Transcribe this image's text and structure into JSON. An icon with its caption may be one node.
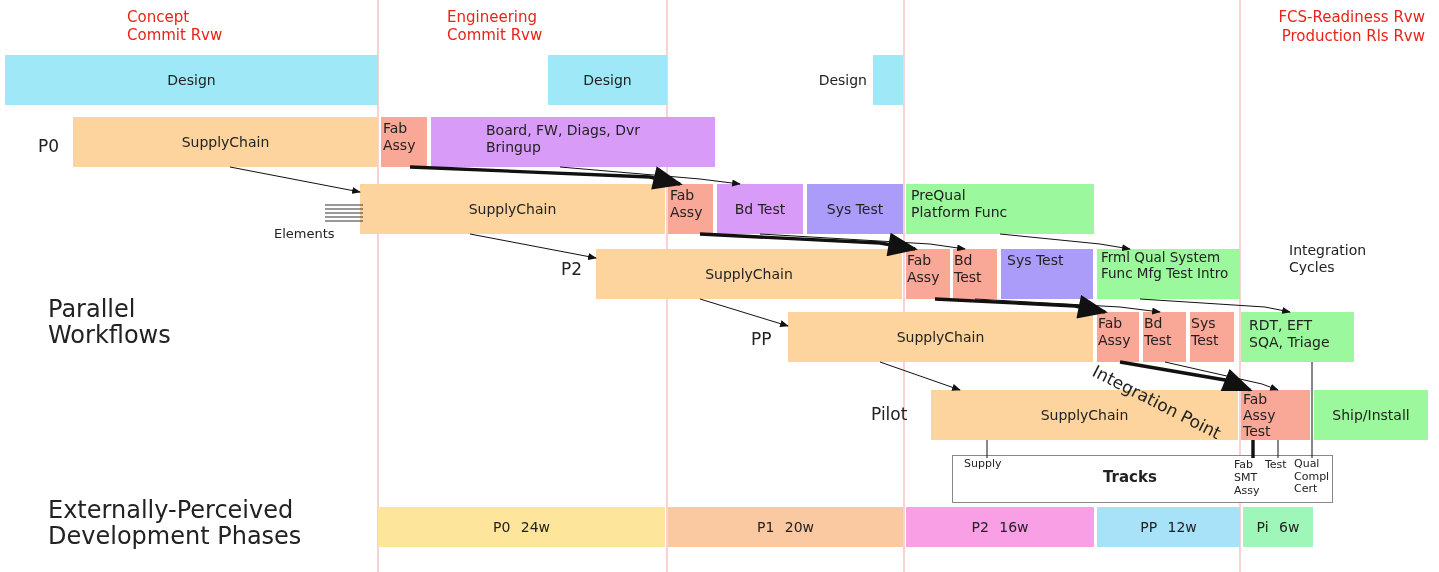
{
  "diagram": {
    "nodes": [
      {
        "text": [
          "Design"
        ]
      },
      {
        "text": [
          "Design"
        ]
      },
      {
        "text": [
          "Design"
        ]
      },
      {
        "text": [
          "SupplyChain"
        ]
      },
      {
        "text": [
          "Fab Assy"
        ]
      },
      {
        "text": [
          "Board, FW, Diags, Dvr Bringup"
        ]
      },
      {
        "text": [
          "SupplyChain"
        ]
      },
      {
        "text": [
          "Fab Assy"
        ]
      },
      {
        "text": [
          "Bd Test"
        ]
      },
      {
        "text": [
          "Sys Test"
        ]
      },
      {
        "text": [
          "PreQual Platform Func"
        ]
      },
      {
        "text": [
          "SupplyChain"
        ]
      },
      {
        "text": [
          "Fab Assy"
        ]
      },
      {
        "text": [
          "Bd Test"
        ]
      },
      {
        "text": [
          "Sys Test"
        ]
      },
      {
        "text": [
          "Frml Qual System Func Mfg Test Intro"
        ]
      },
      {
        "text": [
          "SupplyChain"
        ]
      },
      {
        "text": [
          "Fab Assy"
        ]
      },
      {
        "text": [
          "Bd Test"
        ]
      },
      {
        "text": [
          "Sys Test"
        ]
      },
      {
        "text": [
          "RDT, EFT SQA, Triage"
        ]
      },
      {
        "text": [
          "SupplyChain"
        ]
      },
      {
        "text": [
          "Fab Assy Test"
        ]
      },
      {
        "text": [
          "Ship/Install"
        ]
      },
      {
        "text": [
          "Tracks"
        ]
      },
      {
        "text": [
          "Supply"
        ],
        "in": 24
      },
      {
        "text": [
          "Fab SMT Assy"
        ],
        "in": 24
      },
      {
        "text": [
          "Test"
        ],
        "in": 24
      },
      {
        "text": [
          "Qual Compl Cert"
        ],
        "in": 24
      },
      {
        "text": [
          "P0 24w"
        ]
      },
      {
        "text": [
          "P1 20w"
        ]
      },
      {
        "text": [
          "P2 16w"
        ]
      },
      {
        "text": [
          "PP 12w"
        ]
      },
      {
        "text": [
          "Pi 6w"
        ]
      }
    ],
    "edges": [
      {
        "from": 3,
        "to": 6,
        "arrow": "to"
      },
      {
        "from": 6,
        "to": 11,
        "arrow": "to"
      },
      {
        "from": 11,
        "to": 16,
        "arrow": "to"
      },
      {
        "from": 16,
        "to": 21,
        "arrow": "to"
      },
      {
        "from": 21,
        "to": 25,
        "arrow": "none"
      },
      {
        "from": 4,
        "to": 7,
        "arrow": "to",
        "style": "thick"
      },
      {
        "from": 7,
        "to": 12,
        "arrow": "to",
        "style": "thick"
      },
      {
        "from": 12,
        "to": 17,
        "arrow": "to",
        "style": "thick"
      },
      {
        "from": 17,
        "to": 22,
        "arrow": "to",
        "style": "thick"
      },
      {
        "from": 22,
        "to": 26,
        "arrow": "none",
        "style": "thick"
      },
      {
        "from": 5,
        "to": 8,
        "arrow": "to"
      },
      {
        "from": 8,
        "to": 13,
        "arrow": "to"
      },
      {
        "from": 13,
        "to": 18,
        "arrow": "to"
      },
      {
        "from": 18,
        "to": 22,
        "arrow": "to"
      },
      {
        "from": 22,
        "to": 27,
        "arrow": "none"
      },
      {
        "from": 10,
        "to": 15,
        "arrow": "to"
      },
      {
        "from": 15,
        "to": 20,
        "arrow": "to"
      },
      {
        "from": 20,
        "to": 28,
        "arrow": "none"
      }
    ],
    "labels": [
      "Concept Commit Rvw",
      "Engineering Commit Rvw",
      "FCS-Readiness Rvw",
      "Production Rls Rvw",
      "P0",
      "Elements",
      "P2",
      "Integration Cycles",
      "Parallel Workflows",
      "PP",
      "Integration Point",
      "Pilot",
      "Externally-Perceived Development Phases"
    ]
  }
}
